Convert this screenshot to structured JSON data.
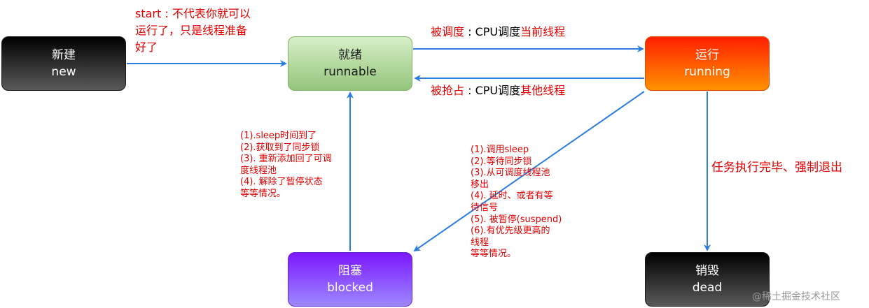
{
  "nodes": {
    "new": {
      "title": "新建",
      "sub": "new"
    },
    "runnable": {
      "title": "就绪",
      "sub": "runnable"
    },
    "running": {
      "title": "运行",
      "sub": "running"
    },
    "blocked": {
      "title": "阻塞",
      "sub": "blocked"
    },
    "dead": {
      "title": "销毁",
      "sub": "dead"
    }
  },
  "edges": {
    "start": {
      "lines": [
        "start : 不代表你就可以",
        "运行了，只是线程准备",
        "好了"
      ]
    },
    "scheduled": {
      "red": "被调度",
      "black": " : CPU调度",
      "red2": "当前线程"
    },
    "preempted": {
      "red": "被抢占",
      "black": " : CPU调度",
      "red2": "其他线程"
    },
    "to_dead": "任务执行完毕、强制退出"
  },
  "notes": {
    "unblock": [
      "(1).sleep时间到了",
      "(2).获取到了同步锁",
      "(3). 重新添加回了可调",
      "度线程池",
      "(4). 解除了暂停状态",
      "等等情况。"
    ],
    "block": [
      "(1).调用sleep",
      "(2).等待同步锁",
      "(3).从可调度线程池",
      "移出",
      "(4). 延时、或者有等",
      "待信号",
      "(5). 被暂停(suspend)",
      "(6).有优先级更高的",
      "线程",
      "等等情况。"
    ]
  },
  "watermark": "@稀土掘金技术社区",
  "colors": {
    "arrow": "#2b7de0",
    "label": "#e00000"
  }
}
